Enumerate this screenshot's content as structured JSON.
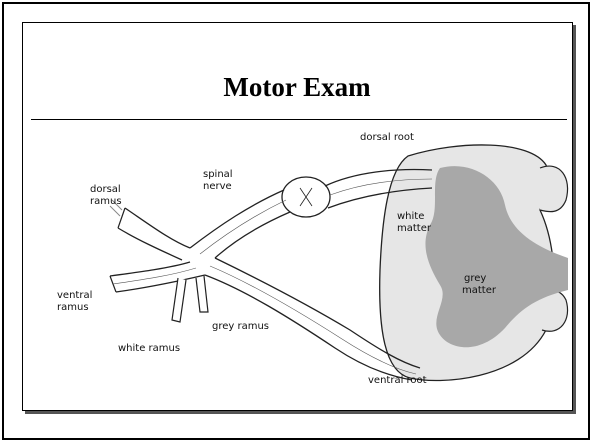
{
  "slide": {
    "title": "Motor Exam"
  },
  "diagram": {
    "labels": {
      "dorsal_root": "dorsal root",
      "dorsal_ramus_line1": "dorsal",
      "dorsal_ramus_line2": "ramus",
      "spinal_nerve_line1": "spinal",
      "spinal_nerve_line2": "nerve",
      "white_matter_line1": "white",
      "white_matter_line2": "matter",
      "grey_matter_line1": "grey",
      "grey_matter_line2": "matter",
      "ventral_ramus_line1": "ventral",
      "ventral_ramus_line2": "ramus",
      "grey_ramus": "grey ramus",
      "white_ramus": "white ramus",
      "ventral_root": "ventral root"
    },
    "colors": {
      "white_matter": "#e6e6e6",
      "grey_matter": "#a8a8a8",
      "outline": "#222222"
    }
  }
}
